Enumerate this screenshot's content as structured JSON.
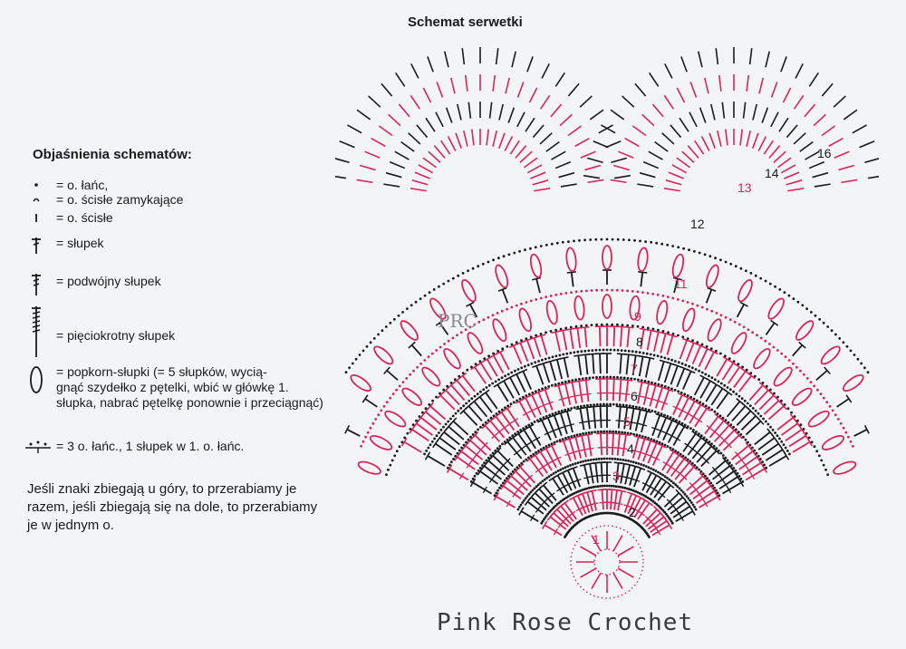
{
  "title": "Schemat serwetki",
  "legend": {
    "heading": "Objaśnienia schematów:",
    "items": [
      {
        "symbol": "chain-stitch",
        "text": "= o. łańc,"
      },
      {
        "symbol": "slip-stitch",
        "text": "= o. ścisłe zamykające"
      },
      {
        "symbol": "single-crochet",
        "text": "= o. ścisłe"
      },
      {
        "symbol": "double-crochet",
        "text": "= słupek"
      },
      {
        "symbol": "treble-crochet",
        "text": "= podwójny słupek"
      },
      {
        "symbol": "quintuple-treble",
        "text": "= pięciokrotny słupek"
      },
      {
        "symbol": "popcorn",
        "text": "= popkorn-słupki (= 5 słupków, wycią-\ngnąć szydełko z pętelki, wbić w główkę 1. słupka, nabrać pętelkę ponownie i przeciągnąć)"
      },
      {
        "symbol": "picot",
        "text": "= 3 o. łańc., 1 słupek w 1. o. łańc."
      }
    ]
  },
  "note": "Jeśli znaki zbiegają u góry, to przerabiamy je razem, jeśli zbiegają się na dole, to przerabiamy je w jednym o.",
  "round_numbers": [
    "1",
    "2",
    "3",
    "4",
    "5",
    "6",
    "7",
    "8",
    "9",
    "11",
    "12",
    "13",
    "14",
    "16"
  ],
  "watermark": "Pink Rose Crochet",
  "stamp": "PRC",
  "colors": {
    "black": "#1a1a1a",
    "pink": "#d8255a",
    "background": "#f2f4f6"
  }
}
